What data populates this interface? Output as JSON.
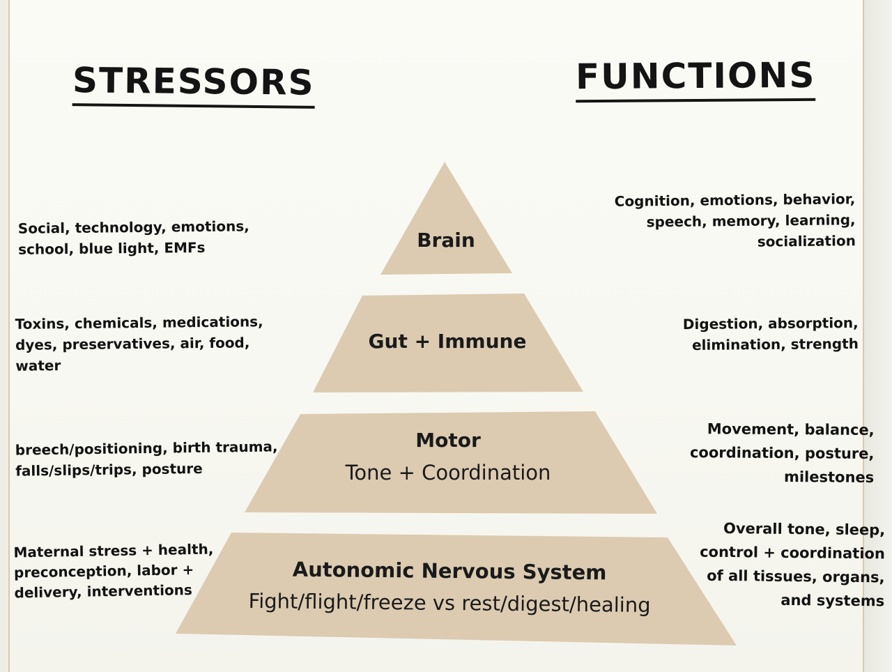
{
  "headings": {
    "stressors": "STRESSORS",
    "functions": "FUNCTIONS"
  },
  "tiers": [
    {
      "title": "Brain",
      "subtitle": ""
    },
    {
      "title": "Gut + Immune",
      "subtitle": ""
    },
    {
      "title": "Motor",
      "subtitle": "Tone + Coordination"
    },
    {
      "title": "Autonomic Nervous System",
      "subtitle": "Fight/flight/freeze vs rest/digest/healing"
    }
  ],
  "stressors": [
    [
      "Social, technology, emotions,",
      "school, blue light, EMFs"
    ],
    [
      "Toxins, chemicals, medications,",
      "dyes, preservatives, air, food,",
      "water"
    ],
    [
      "breech/positioning, birth trauma,",
      "falls/slips/trips, posture"
    ],
    [
      "Maternal stress + health,",
      "preconception, labor +",
      "delivery, interventions"
    ]
  ],
  "functions": [
    [
      "Cognition, emotions, behavior,",
      "speech, memory, learning,",
      "socialization"
    ],
    [
      "Digestion, absorption,",
      "elimination, strength"
    ],
    [
      "Movement, balance,",
      "coordination, posture,",
      "milestones"
    ],
    [
      "Overall tone, sleep,",
      "control + coordination",
      "of all tissues, organs,",
      "and systems"
    ]
  ],
  "colors": {
    "tier_fill": "#dccbb1",
    "text": "#121212",
    "page_border": "#d9c8ad"
  }
}
